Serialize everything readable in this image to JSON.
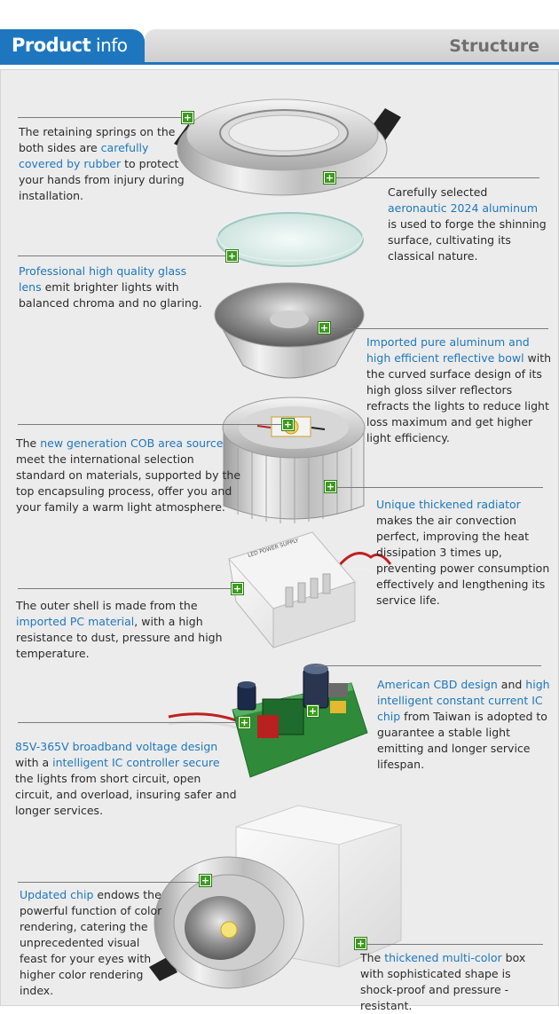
{
  "header": {
    "left_bold": "Product",
    "left_rest": " info",
    "right_title": "Structure"
  },
  "notes": [
    {
      "parts": [
        "The retaining springs on the both sides are ",
        "carefully covered by rubber",
        " to protect your hands from injury during installation."
      ]
    },
    {
      "parts": [
        "Carefully selected ",
        "aeronautic 2024 aluminum",
        " is used to forge the shinning surface, cultivating its classical nature."
      ]
    },
    {
      "parts": [
        "",
        "Professional high quality glass lens",
        " emit brighter lights with balanced chroma and no glaring."
      ]
    },
    {
      "parts": [
        "",
        "Imported pure aluminum and high efficient reflective bowl",
        " with  the curved surface design of its high gloss silver reflectors refracts the lights to reduce light loss maximum and get higher light efficiency."
      ]
    },
    {
      "parts": [
        "The ",
        "new generation COB area source",
        " meet the international selection standard on materials, supported by the top encapsuling process, offer you and your family a warm light atmosphere."
      ]
    },
    {
      "parts": [
        "",
        "Unique thickened radiator",
        " makes the air convection perfect, improving the heat dissipation 3 times up, preventing power consumption effectively and lengthening its service life."
      ]
    },
    {
      "parts": [
        "The outer shell is made from the ",
        "imported PC material",
        ", with a high resistance to dust, pressure and high temperature."
      ]
    },
    {
      "parts": [
        "",
        "American CBD design",
        " and ",
        "high intelligent constant current IC chip",
        " from Taiwan is adopted to guarantee a stable light emitting and longer service lifespan."
      ]
    },
    {
      "parts": [
        "",
        "85V-365V  broadband voltage design",
        " with a ",
        "intelligent IC controller secure",
        " the lights from short circuit, open circuit, and overload, insuring safer and longer services."
      ]
    },
    {
      "parts": [
        "",
        "Updated chip",
        " endows the powerful function of color rendering, catering the unprecedented visual feast for your eyes with higher color rendering index."
      ]
    },
    {
      "parts": [
        "The ",
        "thickened multi-color",
        " box with sophisticated shape is shock-proof and pressure -resistant."
      ]
    }
  ],
  "driver_label": "LED POWER SUPPLY",
  "icons": [
    "plus-marker-icon"
  ],
  "colors": {
    "accent": "#1e77be",
    "marker": "#3c9a1e",
    "text": "#2b2b2b"
  }
}
